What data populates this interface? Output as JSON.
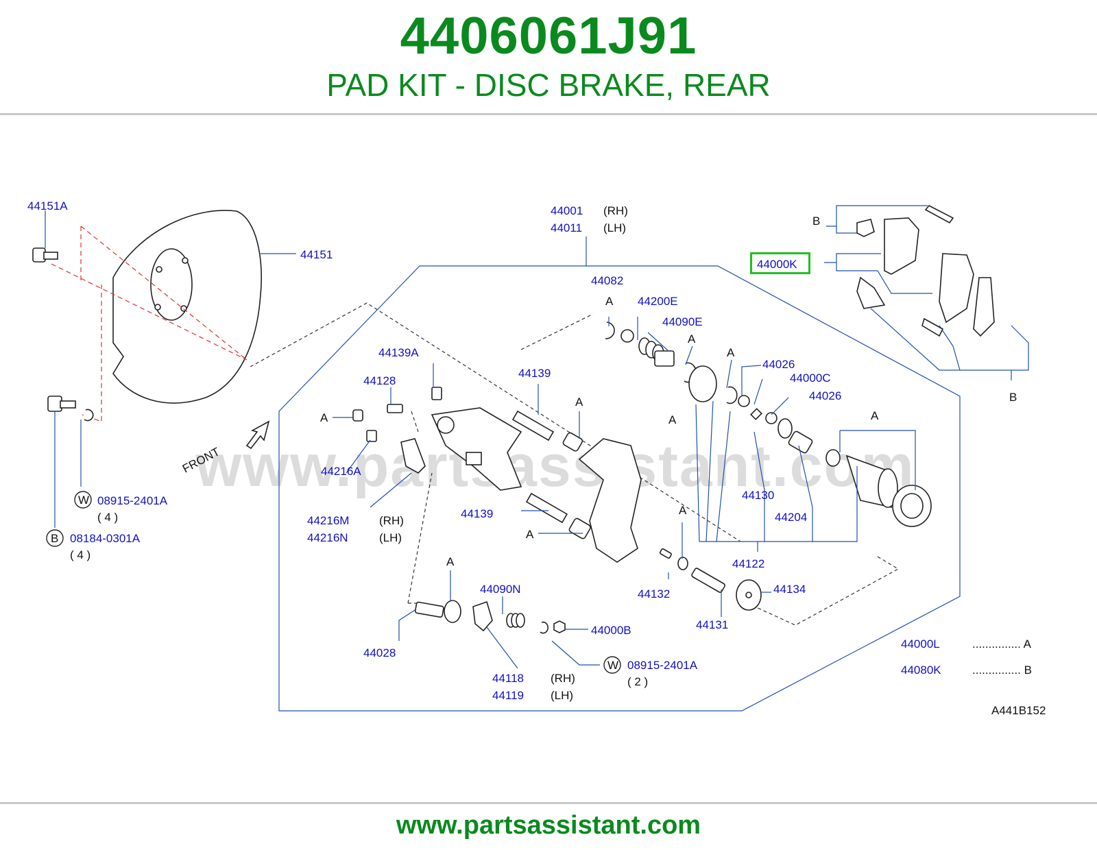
{
  "header": {
    "part_number": "4406061J91",
    "title": "PAD KIT - DISC BRAKE, REAR"
  },
  "watermark": "www.partsassistant.com",
  "footer": {
    "url": "www.partsassistant.com"
  },
  "colors": {
    "brand_green": "#0a8a1e",
    "label_blue": "#1010c8",
    "highlight": "#1fc01f"
  },
  "diagram": {
    "labels": {
      "l44151A": "44151A",
      "l44151": "44151",
      "l44001": "44001",
      "l44011": "44011",
      "rh1": "(RH)",
      "lh1": "(LH)",
      "l44000K": "44000K",
      "l44082": "44082",
      "l44200E": "44200E",
      "l44090E": "44090E",
      "l44026a": "44026",
      "l44000C": "44000C",
      "l44026b": "44026",
      "l44139A": "44139A",
      "l44128": "44128",
      "l44139a": "44139",
      "l44216A": "44216A",
      "l44216M": "44216M",
      "l44216N": "44216N",
      "rh2": "(RH)",
      "lh2": "(LH)",
      "l44139b": "44139",
      "l44130": "44130",
      "l44204": "44204",
      "l44122": "44122",
      "l44132": "44132",
      "l44134": "44134",
      "l44131": "44131",
      "l44090N": "44090N",
      "l44000B": "44000B",
      "l44028": "44028",
      "l44118": "44118",
      "l44119": "44119",
      "rh3": "(RH)",
      "lh3": "(LH)",
      "w1": "08915-2401A",
      "w1qty": "( 4 )",
      "b1": "08184-0301A",
      "b1qty": "( 4 )",
      "w2": "08915-2401A",
      "w2qty": "( 2 )",
      "l44000L": "44000L",
      "l44080K": "44080K",
      "dotsA": "............... A",
      "dotsB": "............... B",
      "front": "FRONT",
      "figure_code": "A441B152"
    },
    "markers": {
      "W": "W",
      "B": "B",
      "A": "A"
    }
  }
}
